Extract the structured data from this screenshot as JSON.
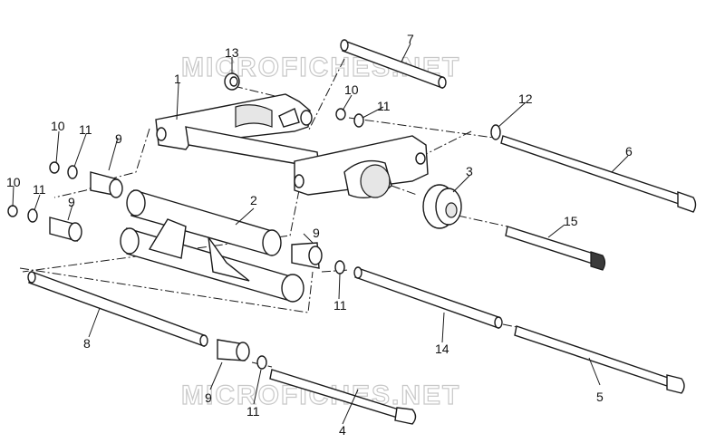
{
  "watermark": "MICROFICHES.NET",
  "callouts": {
    "c1": "1",
    "c2": "2",
    "c3": "3",
    "c4": "4",
    "c5": "5",
    "c6": "6",
    "c7": "7",
    "c8": "8",
    "c9a": "9",
    "c9b": "9",
    "c9c": "9",
    "c9d": "9",
    "c10a": "10",
    "c10b": "10",
    "c10c": "10",
    "c11a": "11",
    "c11b": "11",
    "c11c": "11",
    "c11d": "11",
    "c11e": "11",
    "c12": "12",
    "c13": "13",
    "c14": "14",
    "c15": "15"
  }
}
